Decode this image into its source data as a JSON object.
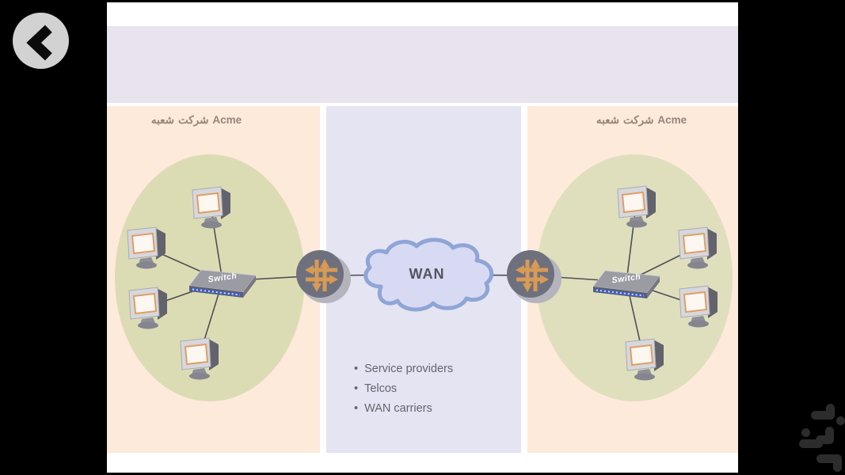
{
  "toolbar": {
    "back_icon": "chevron-left"
  },
  "slide": {
    "left_branch": {
      "title_fa_word1": "شعبه",
      "title_fa_word2": "شرکت",
      "title_company": "Acme",
      "switch_label": "Switch"
    },
    "right_branch": {
      "title_fa_word1": "شعبه",
      "title_fa_word2": "شرکت",
      "title_company": "Acme",
      "switch_label": "Switch"
    },
    "wan": {
      "label": "WAN",
      "bullet_char": "•",
      "bullets": [
        "Service providers",
        "Telcos",
        "WAN carriers"
      ]
    },
    "palette": {
      "page_bg": "#ffffff",
      "header_strip": "#e9e3ed",
      "branch_panel": "#fdeadb",
      "wan_panel": "#e4e4f3",
      "lan_ellipse": "#dcdcb4",
      "cloud_fill": "#d8daf3",
      "cloud_stroke": "#8fa5d6",
      "router_orange": "#d89a55",
      "line_gray": "#4f4f57",
      "text_gray": "#65656d",
      "title_brown": "#9a8278",
      "back_circle": "#d2d2d2",
      "watermark": "#2c2c2c"
    }
  }
}
